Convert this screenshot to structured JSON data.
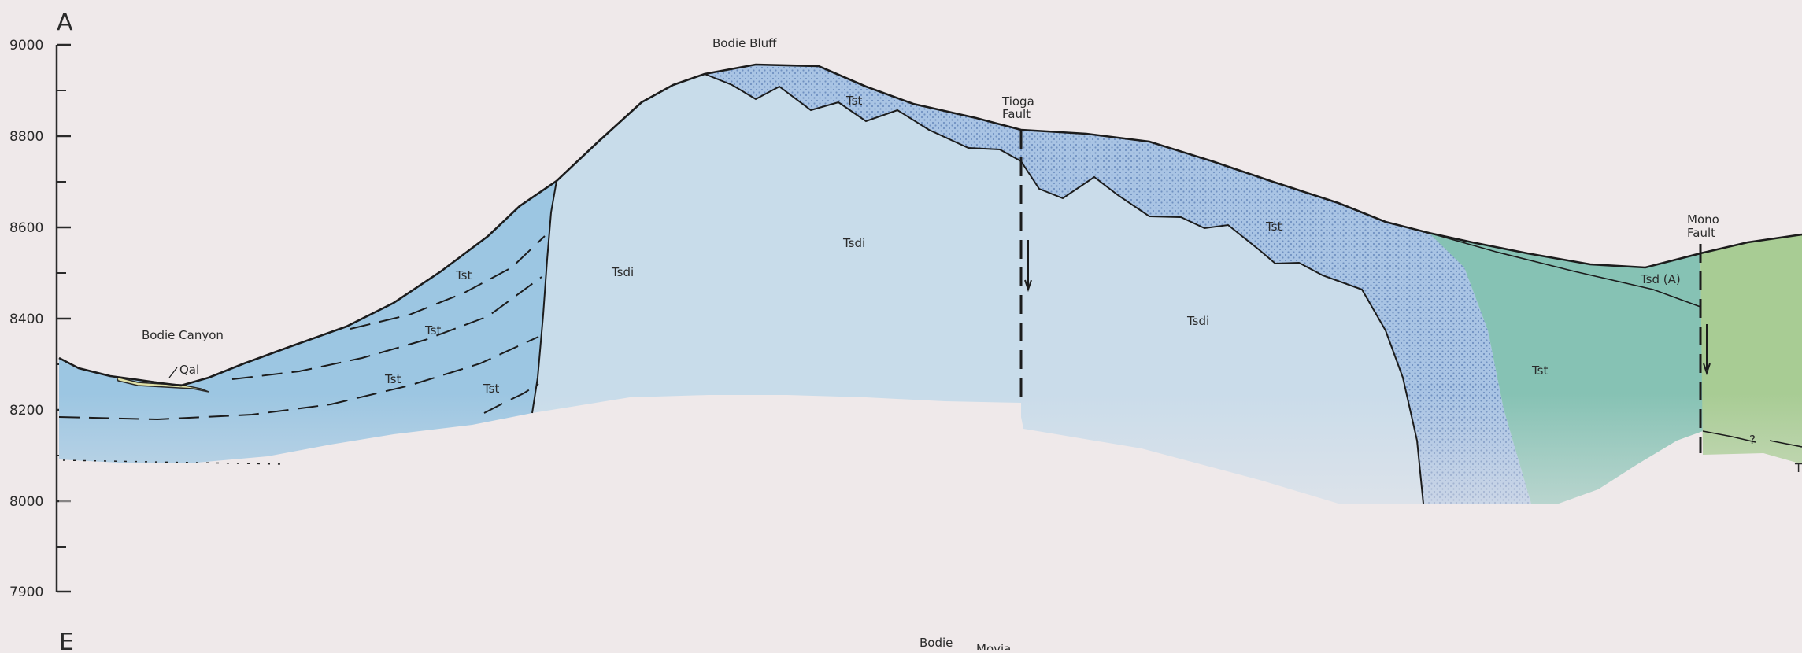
{
  "section_letters": {
    "start": "A",
    "next": "E"
  },
  "elevation_axis": {
    "ticks": [
      "9000",
      "8800",
      "8600",
      "8400",
      "8200",
      "8000",
      "7900"
    ]
  },
  "place_labels": {
    "bodie_canyon": "Bodie Canyon",
    "bodie_bluff": "Bodie Bluff",
    "tioga_fault_line1": "Tioga",
    "tioga_fault_line2": "Fault",
    "mono_fault_line1": "Mono",
    "mono_fault_line2": "Fault",
    "partial_bodie": "Bodie",
    "partial_mono": "Movia"
  },
  "unit_labels": {
    "qal": "Qal",
    "tst_1": "Tst",
    "tst_2": "Tst",
    "tst_3": "Tst",
    "tst_4": "Tst",
    "tst_bluff": "Tst",
    "tst_east_slope": "Tst",
    "tst_green": "Tst",
    "tsdi_west": "Tsdi",
    "tsdi_center": "Tsdi",
    "tsdi_east": "Tsdi",
    "tsd_a": "Tsd (A)",
    "fault_query": "?",
    "edge_t": "T"
  },
  "colors": {
    "background": "#efe9ea",
    "tst_blue": "#9cc6e2",
    "tsdi_light": "#c8dcea",
    "dotted_blue": "#a9c4e4",
    "teal_green": "#86c2b4",
    "olive_green": "#a8cc94",
    "qal_yellow": "#dfe0a6",
    "line": "#1c1c1c"
  }
}
